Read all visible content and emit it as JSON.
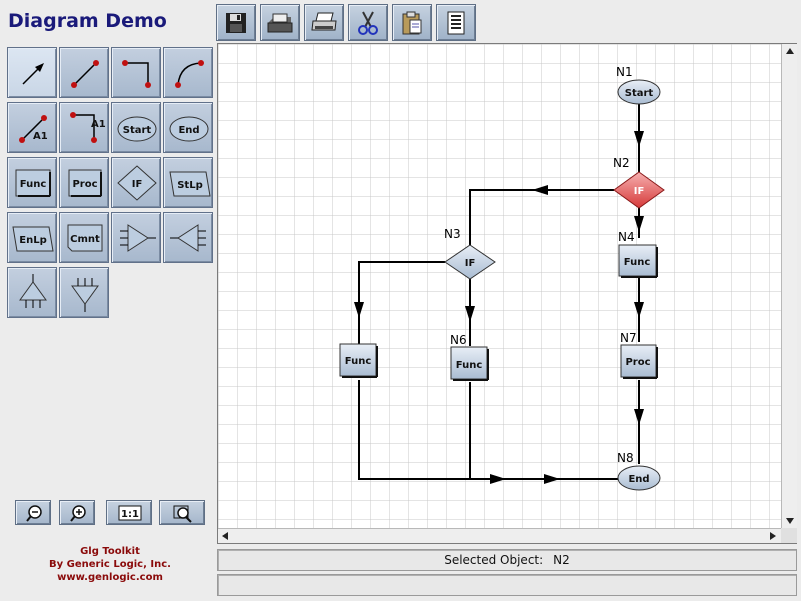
{
  "app": {
    "title": "Diagram Demo"
  },
  "toolbar": {
    "buttons": [
      {
        "name": "save",
        "icon": "floppy-disk-icon"
      },
      {
        "name": "open",
        "icon": "open-tray-icon"
      },
      {
        "name": "print",
        "icon": "printer-icon"
      },
      {
        "name": "cut",
        "icon": "scissors-icon"
      },
      {
        "name": "paste",
        "icon": "clipboard-icon"
      },
      {
        "name": "properties",
        "icon": "list-document-icon"
      }
    ]
  },
  "palette": {
    "items": [
      {
        "name": "select",
        "icon": "arrow-pointer-icon",
        "selected": true
      },
      {
        "name": "straight-link",
        "icon": "straight-line-icon"
      },
      {
        "name": "elbow-link",
        "icon": "elbow-line-icon"
      },
      {
        "name": "arc-link",
        "icon": "arc-line-icon"
      },
      {
        "name": "labeled-link",
        "icon": "labeled-line-icon",
        "label": "A1"
      },
      {
        "name": "labeled-elbow-link",
        "icon": "labeled-elbow-icon",
        "label": "A1"
      },
      {
        "name": "start-node",
        "icon": "ellipse-icon",
        "label": "Start"
      },
      {
        "name": "end-node",
        "icon": "ellipse-icon",
        "label": "End"
      },
      {
        "name": "func-node",
        "icon": "box-icon",
        "label": "Func"
      },
      {
        "name": "proc-node",
        "icon": "box-icon",
        "label": "Proc"
      },
      {
        "name": "if-node",
        "icon": "diamond-icon",
        "label": "IF"
      },
      {
        "name": "start-loop-node",
        "icon": "parallelogram-icon",
        "label": "StLp"
      },
      {
        "name": "end-loop-node",
        "icon": "parallelogram-icon",
        "label": "EnLp"
      },
      {
        "name": "comment-node",
        "icon": "comment-box-icon",
        "label": "Cmnt"
      },
      {
        "name": "triangle-right",
        "icon": "triangle-right-icon"
      },
      {
        "name": "triangle-left",
        "icon": "triangle-left-icon"
      },
      {
        "name": "triangle-up",
        "icon": "triangle-up-icon"
      },
      {
        "name": "triangle-down",
        "icon": "triangle-down-icon"
      }
    ]
  },
  "zoom": {
    "buttons": [
      {
        "name": "zoom-out",
        "icon": "zoom-out-icon"
      },
      {
        "name": "zoom-in",
        "icon": "zoom-in-icon"
      },
      {
        "name": "zoom-reset",
        "label": "1:1"
      },
      {
        "name": "zoom-to",
        "icon": "zoom-to-icon"
      }
    ]
  },
  "credits": {
    "line1": "Glg Toolkit",
    "line2": "By Generic Logic, Inc.",
    "line3": "www.genlogic.com"
  },
  "diagram": {
    "nodes": [
      {
        "id": "N1",
        "type": "start",
        "text": "Start"
      },
      {
        "id": "N2",
        "type": "if",
        "text": "IF",
        "selected": true
      },
      {
        "id": "N3",
        "type": "if",
        "text": "IF"
      },
      {
        "id": "N4",
        "type": "func",
        "text": "Func"
      },
      {
        "id": "",
        "type": "func",
        "text": "Func"
      },
      {
        "id": "N6",
        "type": "func",
        "text": "Func"
      },
      {
        "id": "N7",
        "type": "proc",
        "text": "Proc"
      },
      {
        "id": "N8",
        "type": "end",
        "text": "End"
      }
    ],
    "colors": {
      "node_fill": "#bccde0",
      "selected_fill": "#e44a4a",
      "link": "#000000",
      "grid": "#c8c8c8"
    }
  },
  "status": {
    "label": "Selected Object:",
    "value": "N2"
  },
  "message": {
    "text": ""
  }
}
